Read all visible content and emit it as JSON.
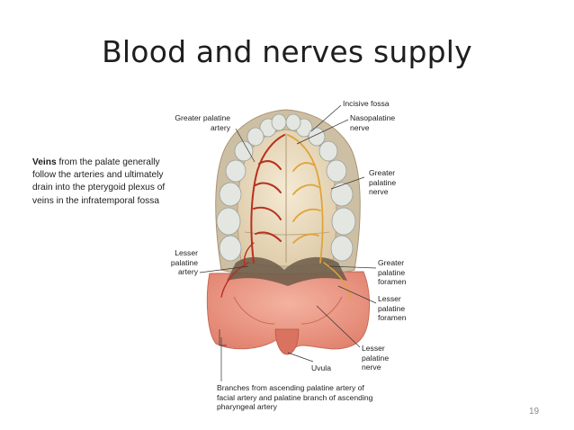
{
  "slide": {
    "title": "Blood and nerves supply",
    "note_bold": "Veins",
    "note_text": " from the palate generally follow the arteries and ultimately drain into the pterygoid plexus of veins in the infratemporal fossa",
    "page_number": "19"
  },
  "figure": {
    "labels": {
      "incisive_fossa": "Incisive fossa",
      "nasopalatine_nerve": "Nasopalatine nerve",
      "greater_palatine_artery": "Greater palatine artery",
      "greater_palatine_nerve": "Greater palatine nerve",
      "lesser_palatine_artery": "Lesser palatine artery",
      "greater_palatine_foramen": "Greater palatine foramen",
      "lesser_palatine_foramen": "Lesser palatine foramen",
      "lesser_palatine_nerve": "Lesser palatine nerve",
      "uvula": "Uvula",
      "branches": "Branches from ascending palatine artery of facial artery and palatine branch of ascending pharyngeal artery"
    },
    "colors": {
      "teeth": "#e4e6e2",
      "palate_bone": "#efe2c8",
      "soft_palate": "#e98a78",
      "artery": "#b8301e",
      "nerve": "#e0a43a"
    }
  }
}
